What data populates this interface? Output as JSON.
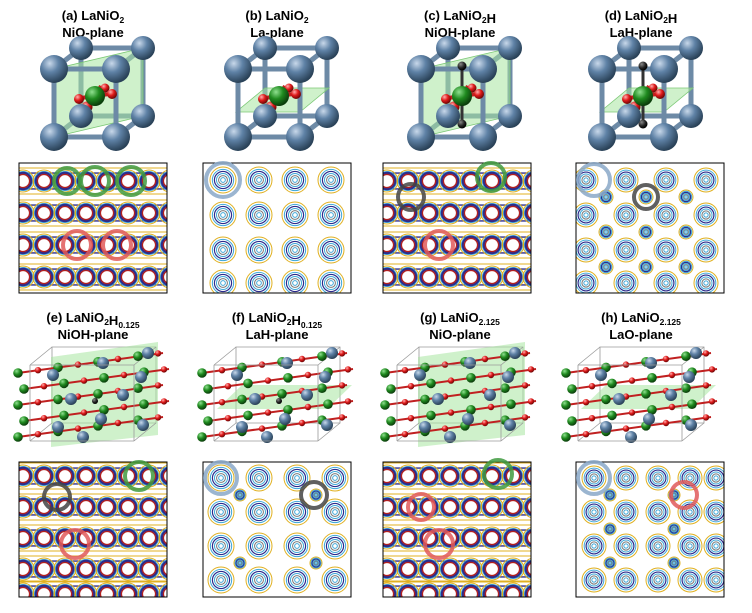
{
  "figure": {
    "panels": [
      {
        "id": "a",
        "title_parts": [
          [
            "(a) LaNiO",
            ""
          ],
          [
            "2",
            "sub"
          ]
        ],
        "subtitle": "NiO-plane"
      },
      {
        "id": "b",
        "title_parts": [
          [
            "(b) LaNiO",
            ""
          ],
          [
            "2",
            "sub"
          ]
        ],
        "subtitle": "La-plane"
      },
      {
        "id": "c",
        "title_parts": [
          [
            "(c) LaNiO",
            ""
          ],
          [
            "2",
            "sub"
          ],
          [
            "H",
            ""
          ]
        ],
        "subtitle": "NiOH-plane"
      },
      {
        "id": "d",
        "title_parts": [
          [
            "(d) LaNiO",
            ""
          ],
          [
            "2",
            "sub"
          ],
          [
            "H",
            ""
          ]
        ],
        "subtitle": "LaH-plane"
      },
      {
        "id": "e",
        "title_parts": [
          [
            "(e) LaNiO",
            ""
          ],
          [
            "2",
            "sub"
          ],
          [
            "H",
            ""
          ],
          [
            "0.125",
            "sub"
          ]
        ],
        "subtitle": "NiOH-plane"
      },
      {
        "id": "f",
        "title_parts": [
          [
            "(f) LaNiO",
            ""
          ],
          [
            "2",
            "sub"
          ],
          [
            "H",
            ""
          ],
          [
            "0.125",
            "sub"
          ]
        ],
        "subtitle": "LaH-plane"
      },
      {
        "id": "g",
        "title_parts": [
          [
            "(g) LaNiO",
            ""
          ],
          [
            "2.125",
            "sub"
          ]
        ],
        "subtitle": "NiO-plane"
      },
      {
        "id": "h",
        "title_parts": [
          [
            "(h) LaNiO",
            ""
          ],
          [
            "2.125",
            "sub"
          ]
        ],
        "subtitle": "LaO-plane"
      }
    ],
    "colors": {
      "la_atom": "#4f7194",
      "ni_atom": "#1f7a1f",
      "o_atom": "#d81818",
      "h_atom": "#222222",
      "bond": "#6d8aa6",
      "plane": "#a8e6a0",
      "contour_outer": "#e0b020",
      "contour_mid": "#3fa8d8",
      "contour_inner": "#2c2c8c",
      "contour_red": "#b02020",
      "highlight_green": "#3f9a3f",
      "highlight_red": "#e05a5a",
      "highlight_blue": "#8aa8c8",
      "highlight_black": "#444444"
    }
  }
}
